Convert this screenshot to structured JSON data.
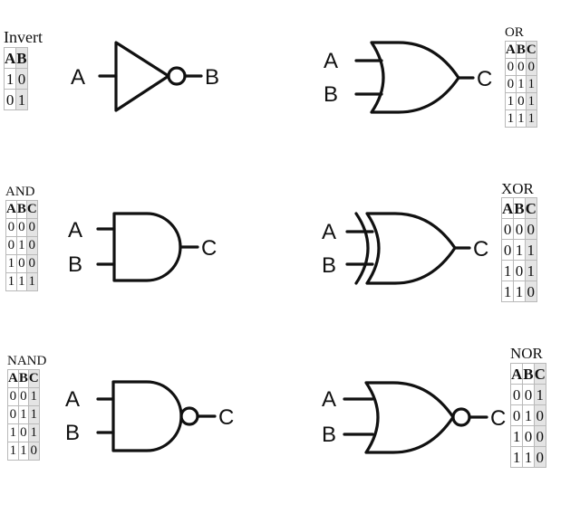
{
  "gates": [
    {
      "key": "invert",
      "title": "Invert",
      "headers": [
        "A",
        "B"
      ],
      "rows": [
        [
          "1",
          "0"
        ],
        [
          "0",
          "1"
        ]
      ],
      "labels": {
        "in1": "A",
        "out": "B"
      }
    },
    {
      "key": "or",
      "title": "OR",
      "headers": [
        "A",
        "B",
        "C"
      ],
      "rows": [
        [
          "0",
          "0",
          "0"
        ],
        [
          "0",
          "1",
          "1"
        ],
        [
          "1",
          "0",
          "1"
        ],
        [
          "1",
          "1",
          "1"
        ]
      ],
      "labels": {
        "in1": "A",
        "in2": "B",
        "out": "C"
      }
    },
    {
      "key": "and",
      "title": "AND",
      "headers": [
        "A",
        "B",
        "C"
      ],
      "rows": [
        [
          "0",
          "0",
          "0"
        ],
        [
          "0",
          "1",
          "0"
        ],
        [
          "1",
          "0",
          "0"
        ],
        [
          "1",
          "1",
          "1"
        ]
      ],
      "labels": {
        "in1": "A",
        "in2": "B",
        "out": "C"
      }
    },
    {
      "key": "xor",
      "title": "XOR",
      "headers": [
        "A",
        "B",
        "C"
      ],
      "rows": [
        [
          "0",
          "0",
          "0"
        ],
        [
          "0",
          "1",
          "1"
        ],
        [
          "1",
          "0",
          "1"
        ],
        [
          "1",
          "1",
          "0"
        ]
      ],
      "labels": {
        "in1": "A",
        "in2": "B",
        "out": "C"
      }
    },
    {
      "key": "nand",
      "title": "NAND",
      "headers": [
        "A",
        "B",
        "C"
      ],
      "rows": [
        [
          "0",
          "0",
          "1"
        ],
        [
          "0",
          "1",
          "1"
        ],
        [
          "1",
          "0",
          "1"
        ],
        [
          "1",
          "1",
          "0"
        ]
      ],
      "labels": {
        "in1": "A",
        "in2": "B",
        "out": "C"
      }
    },
    {
      "key": "nor",
      "title": "NOR",
      "headers": [
        "A",
        "B",
        "C"
      ],
      "rows": [
        [
          "0",
          "0",
          "1"
        ],
        [
          "0",
          "1",
          "0"
        ],
        [
          "1",
          "0",
          "0"
        ],
        [
          "1",
          "1",
          "0"
        ]
      ],
      "labels": {
        "in1": "A",
        "in2": "B",
        "out": "C"
      }
    }
  ]
}
